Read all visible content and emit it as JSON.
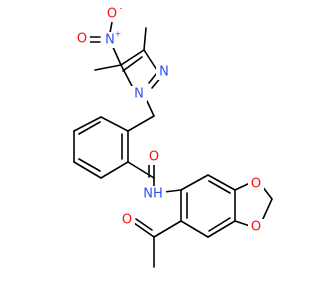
{
  "colors": {
    "bond": "#000000",
    "oxygen": "#ff0d0d",
    "nitrogen": "#3050f8",
    "background": "#ffffff"
  },
  "atoms": {
    "nitro_o_top": {
      "text": "O",
      "color_key": "oxygen",
      "charge": "-"
    },
    "nitro_n": {
      "text": "N",
      "color_key": "nitrogen",
      "charge": "+"
    },
    "nitro_o_left": {
      "text": "O",
      "color_key": "oxygen"
    },
    "pyrazole_n1": {
      "text": "N",
      "color_key": "nitrogen"
    },
    "pyrazole_n2": {
      "text": "N",
      "color_key": "nitrogen"
    },
    "amide_o": {
      "text": "O",
      "color_key": "oxygen"
    },
    "amide_nh": {
      "text": "NH",
      "color_key": "nitrogen"
    },
    "dioxole_o_top": {
      "text": "O",
      "color_key": "oxygen"
    },
    "dioxole_o_bottom": {
      "text": "O",
      "color_key": "oxygen"
    },
    "acetyl_o": {
      "text": "O",
      "color_key": "oxygen"
    }
  }
}
